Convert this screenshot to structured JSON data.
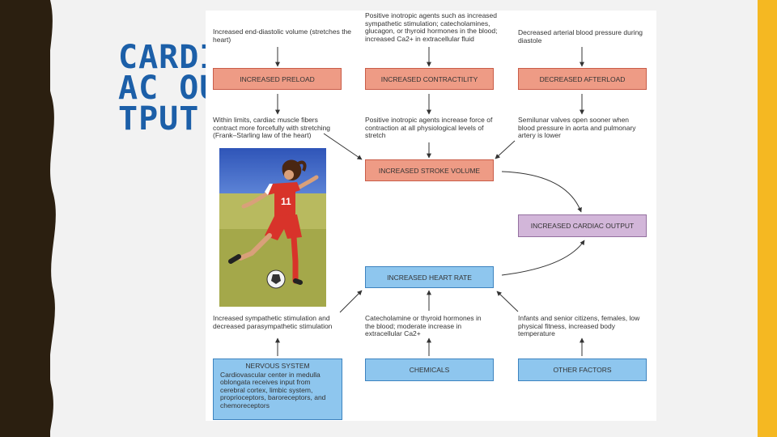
{
  "slide": {
    "title": "CARDIAC OUTPUT"
  },
  "diagram": {
    "factor_texts": {
      "preload_cause": "Increased end-diastolic volume (stretches the heart)",
      "contractility_cause": "Positive inotropic agents such as increased sympathetic stimulation; catecholamines, glucagon, or thyroid hormones in the blood; increased Ca2+ in extracellular fluid",
      "afterload_cause": "Decreased arterial blood pressure during diastole",
      "preload_effect": "Within limits, cardiac muscle fibers contract more forcefully with stretching (Frank–Starling law of the heart)",
      "contractility_effect": "Positive inotropic agents increase force of contraction at all physiological levels of stretch",
      "afterload_effect": "Semilunar valves open sooner when blood pressure in aorta and pulmonary artery is lower",
      "sympathetic": "Increased sympathetic stimulation and decreased parasympathetic stimulation",
      "hormones": "Catecholamine or thyroid hormones in the blood; moderate increase in extracellular Ca2+",
      "other": "Infants and senior citizens, females, low physical fitness, increased body temperature"
    },
    "boxes": {
      "preload": "Increased PRELOAD",
      "contractility": "Increased CONTRACTILITY",
      "afterload": "Decreased AFTERLOAD",
      "stroke_volume": "Increased STROKE VOLUME",
      "cardiac_output": "Increased CARDIAC OUTPUT",
      "heart_rate": "Increased HEART RATE",
      "chemicals": "CHEMICALS",
      "other_factors": "OTHER FACTORS"
    },
    "nervous_system": {
      "title": "NERVOUS SYSTEM",
      "body": "Cardiovascular center in medulla oblongata receives input from cerebral cortex, limbic system, proprioceptors, baroreceptors, and chemoreceptors"
    },
    "photo_number": "11"
  },
  "colors": {
    "left_band": "#2b1f10",
    "right_band": "#f5b822",
    "title": "#1c5fa8",
    "salmon_box": "#ee9b85",
    "blue_box": "#8ec6ee",
    "purple_box": "#d2b6d9"
  }
}
